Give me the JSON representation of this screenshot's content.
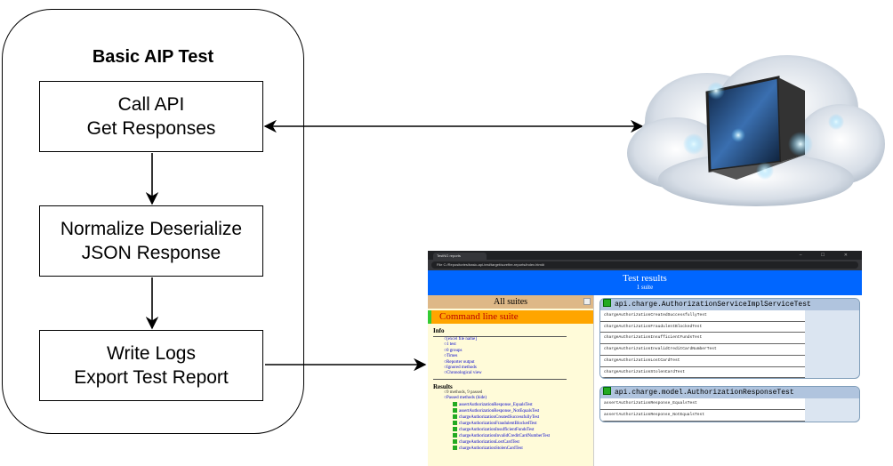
{
  "diagram": {
    "title": "Basic AIP Test",
    "steps": [
      {
        "line1": "Call API",
        "line2": "Get Responses"
      },
      {
        "line1": "Normalize Deserialize",
        "line2": "JSON Response"
      },
      {
        "line1": "Write Logs",
        "line2": "Export Test Report"
      }
    ],
    "cloud_icon": "cloud-server-icon"
  },
  "report": {
    "tab_title": "TestNG reports",
    "window_buttons": "– ☐ ✕",
    "url": "File  C:/Repositories/basic-api-test/target/surefire-reports/index.html#",
    "header_title": "Test results",
    "header_subtitle": "1 suite",
    "all_suites": "All suites",
    "suite_name": "Command line suite",
    "info_heading": "Info",
    "info_items": [
      "[excel file name]",
      "1 test",
      "0 groups",
      "Times",
      "Reporter output",
      "Ignored methods",
      "Chronological view"
    ],
    "results_heading": "Results",
    "results_summary": "9 methods, 9 passed",
    "passed_label": "Passed methods (hide)",
    "passed_methods": [
      "assertAuthorizationResponse_EqualsTest",
      "assertAuthorizationResponse_NotEqualsTest",
      "chargeAuthorizationCreatedSuccessfullyTest",
      "chargeAuthorizationFraudulentBlockedTest",
      "chargeAuthorizationInsufficientFundsTest",
      "chargeAuthorizationInvalidCreditCardNumberTest",
      "chargeAuthorizationLostCardTest",
      "chargeAuthorizationStolenCardTest"
    ],
    "classes": [
      {
        "name": "api.charge.AuthorizationServiceImplServiceTest",
        "methods": [
          "chargeAuthorizationCreatedSuccessfullyTest",
          "chargeAuthorizationFraudulentBlockedTest",
          "chargeAuthorizationInsufficientFundsTest",
          "chargeAuthorizationInvalidCreditCardNumberTest",
          "chargeAuthorizationLostCardTest",
          "chargeAuthorizationStolenCardTest"
        ]
      },
      {
        "name": "api.charge.model.AuthorizationResponseTest",
        "methods": [
          "assertAuthorizationResponse_EqualsTest",
          "assertAuthorizationResponse_NotEqualsTest"
        ]
      }
    ]
  }
}
